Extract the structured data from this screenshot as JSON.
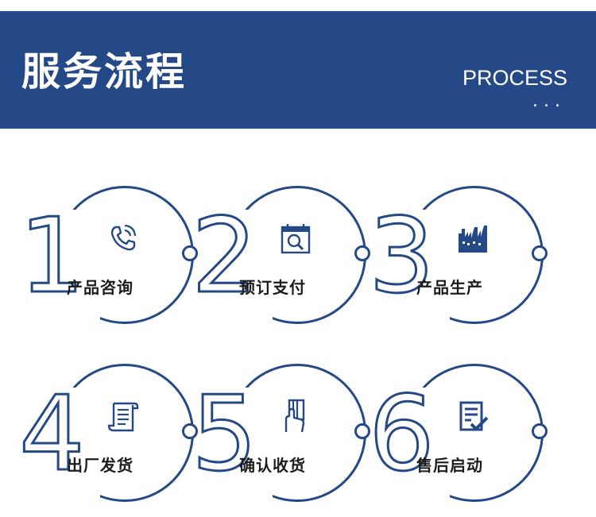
{
  "header": {
    "title": "服务流程",
    "subtitle": "PROCESS",
    "dots": "..."
  },
  "colors": {
    "primary": "#254886",
    "background": "#ffffff"
  },
  "steps": [
    {
      "number": "1",
      "label": "产品咨询",
      "icon": "phone-icon"
    },
    {
      "number": "2",
      "label": "预订支付",
      "icon": "calendar-search-icon"
    },
    {
      "number": "3",
      "label": "产品生产",
      "icon": "factory-icon"
    },
    {
      "number": "4",
      "label": "出厂发货",
      "icon": "scroll-document-icon"
    },
    {
      "number": "5",
      "label": "确认收货",
      "icon": "hand-card-icon"
    },
    {
      "number": "6",
      "label": "售后启动",
      "icon": "checklist-icon"
    }
  ]
}
